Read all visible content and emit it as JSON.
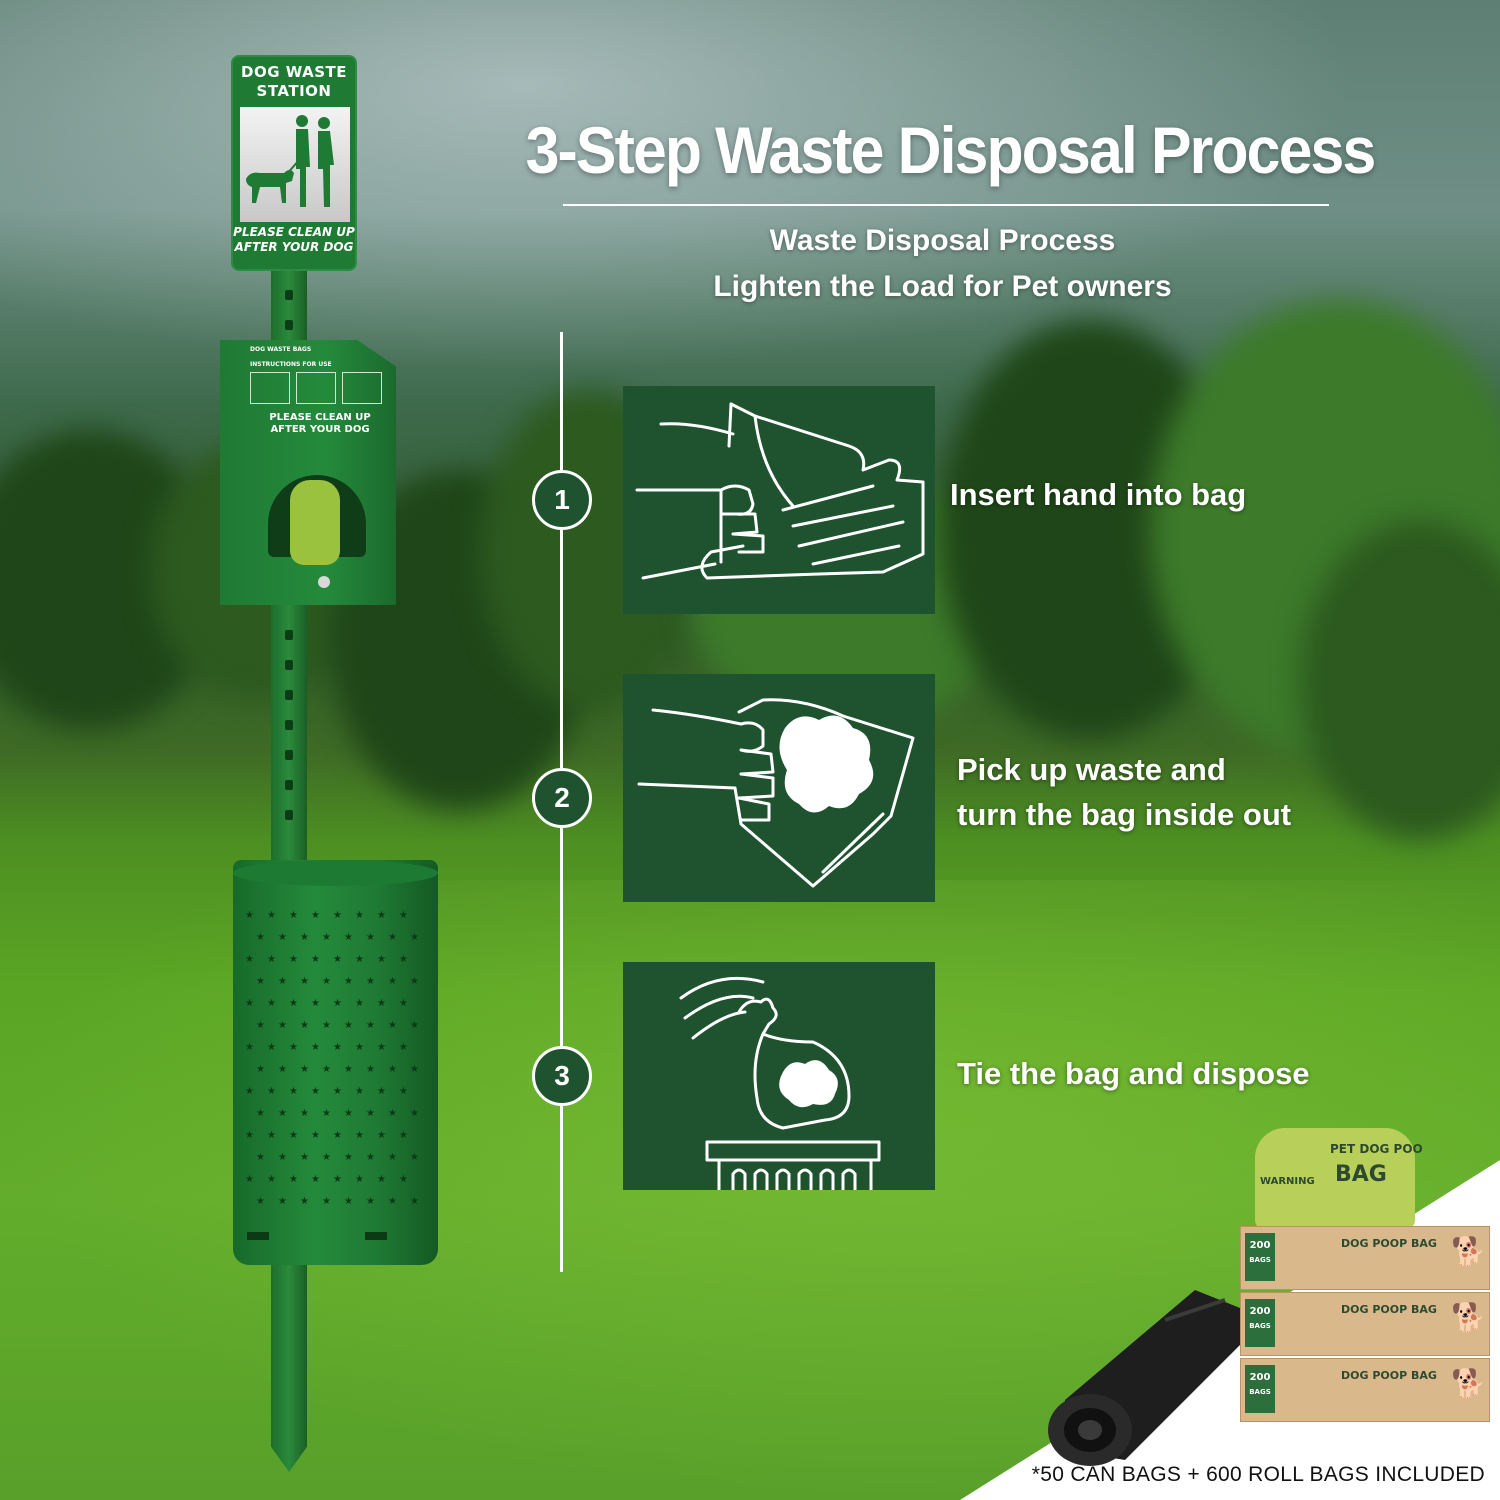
{
  "heading": {
    "title": "3-Step Waste Disposal Process",
    "subtitle_line1": "Waste Disposal Process",
    "subtitle_line2": "Lighten the Load for Pet owners"
  },
  "steps": [
    {
      "number": "1",
      "text_line1": "Insert hand into bag",
      "text_line2": "",
      "icon": "hand-into-bag-icon"
    },
    {
      "number": "2",
      "text_line1": "Pick up waste and",
      "text_line2": "turn the bag inside out",
      "icon": "pick-up-waste-icon"
    },
    {
      "number": "3",
      "text_line1": "Tie the bag and dispose",
      "text_line2": "",
      "icon": "tie-and-dispose-icon"
    }
  ],
  "station": {
    "sign_title_line1": "DOG WASTE",
    "sign_title_line2": "STATION",
    "sign_footer_line1": "PLEASE CLEAN UP",
    "sign_footer_line2": "AFTER YOUR DOG",
    "dispenser_heading": "DOG WASTE BAGS",
    "dispenser_instructions_title": "INSTRUCTIONS FOR USE",
    "dispenser_text_line1": "PLEASE CLEAN UP",
    "dispenser_text_line2": "AFTER YOUR DOG"
  },
  "product": {
    "bag_warning": "WARNING",
    "bag_label": "PET DOG POO",
    "bag_big": "BAG",
    "box_count": "200",
    "box_count_unit": "BAGS",
    "box_label": "DOG POOP BAG",
    "footnote": "*50 CAN BAGS + 600 ROLL BAGS INCLUDED"
  },
  "colors": {
    "card_green": "#1f5330",
    "station_green": "#1f7a34",
    "text_white": "#ffffff"
  }
}
